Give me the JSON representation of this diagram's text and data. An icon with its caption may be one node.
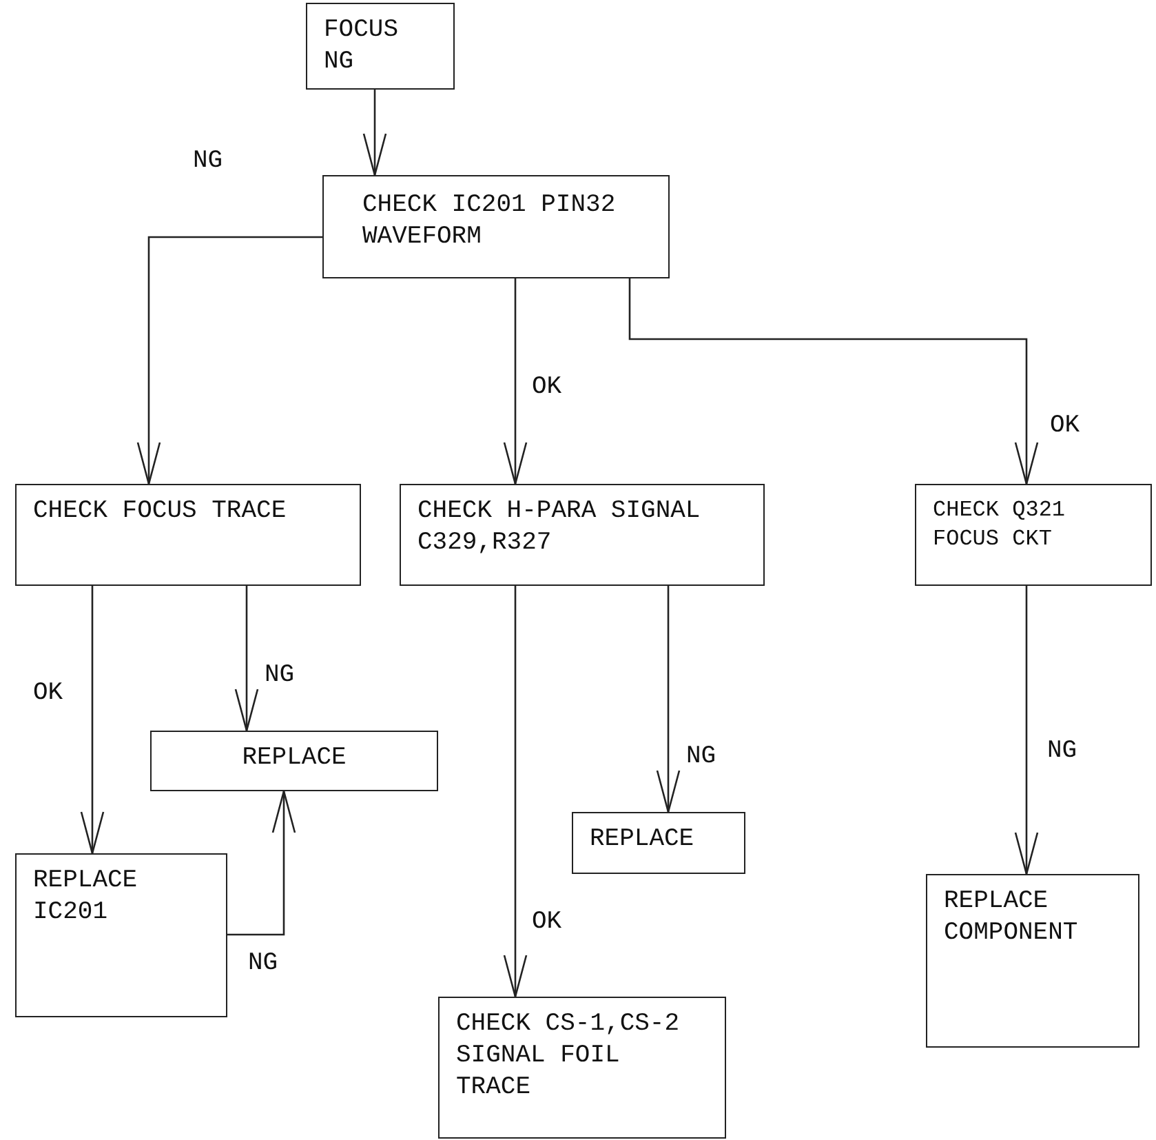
{
  "diagram": {
    "nodes": [
      {
        "text": [
          "FOCUS NG"
        ]
      },
      {
        "text": [
          "CHECK IC201 PIN32 WAVEFORM"
        ]
      },
      {
        "text": [
          "CHECK FOCUS TRACE"
        ]
      },
      {
        "text": [
          "CHECK H-PARA SIGNAL C329,R327"
        ]
      },
      {
        "text": [
          "CHECK Q321 FOCUS CKT"
        ]
      },
      {
        "text": [
          "REPLACE"
        ]
      },
      {
        "text": [
          "REPLACE"
        ]
      },
      {
        "text": [
          "REPLACE IC201"
        ]
      },
      {
        "text": [
          "REPLACE COMPONENT"
        ]
      },
      {
        "text": [
          "CHECK CS-1,CS-2 SIGNAL FOIL TRACE"
        ]
      }
    ],
    "edges": [
      {
        "from": 0,
        "to": 1,
        "arrow": "to"
      },
      {
        "from": 1,
        "to": 2,
        "arrow": "to",
        "label": "NG"
      },
      {
        "from": 1,
        "to": 3,
        "arrow": "to",
        "label": "OK"
      },
      {
        "from": 1,
        "to": 4,
        "arrow": "to",
        "label": "OK"
      },
      {
        "from": 2,
        "to": 7,
        "arrow": "to",
        "label": "OK"
      },
      {
        "from": 2,
        "to": 5,
        "arrow": "to",
        "label": "NG"
      },
      {
        "from": 7,
        "to": 5,
        "arrow": "to",
        "label": "NG"
      },
      {
        "from": 3,
        "to": 9,
        "arrow": "to",
        "label": "OK"
      },
      {
        "from": 3,
        "to": 6,
        "arrow": "to",
        "label": "NG"
      },
      {
        "from": 4,
        "to": 8,
        "arrow": "to",
        "label": "NG"
      }
    ]
  }
}
